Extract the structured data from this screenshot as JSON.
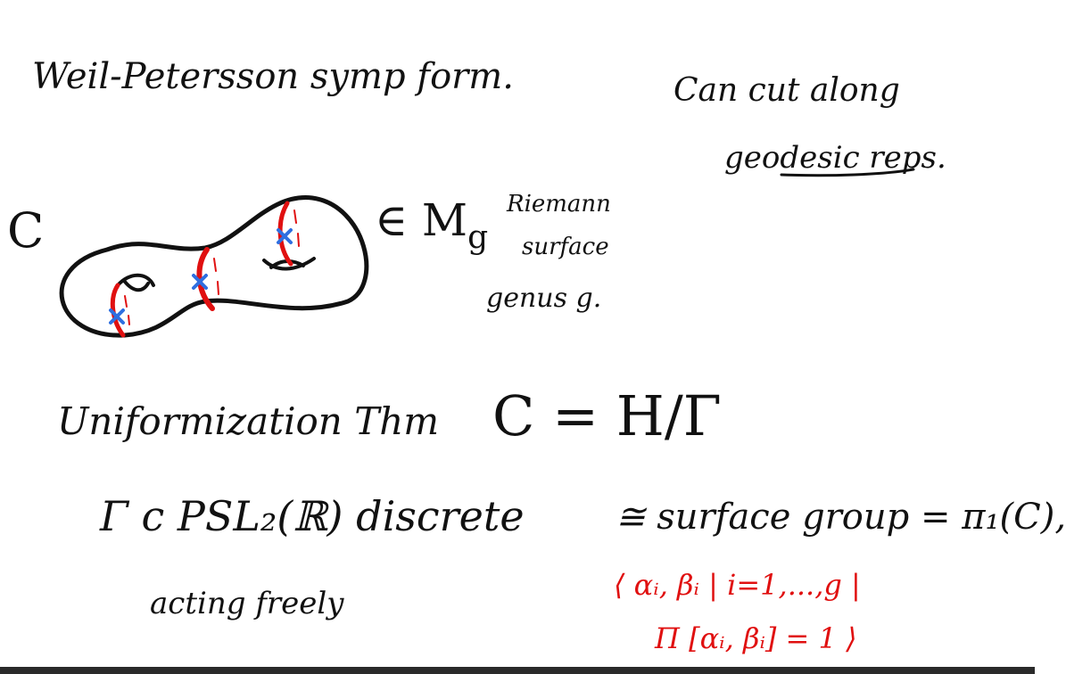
{
  "notes": {
    "line1": "Weil-Petersson symp form.",
    "side_line1": "Can cut along",
    "side_line2": "geodesic reps.",
    "curve_label": "C",
    "moduli": "∈ M",
    "moduli_sub": "g",
    "riemann_l1": "Riemann",
    "riemann_l2": "surface",
    "riemann_l3": "genus g.",
    "uniformization": "Uniformization Thm",
    "equation": "C = H/Γ",
    "gamma_line": "Γ c PSL₂(ℝ) discrete",
    "iso_line": "≅ surface group = π₁(C),",
    "acting": "acting freely",
    "red_line1": "⟨ αᵢ, βᵢ | i=1,...,g |",
    "red_line2": "Π [αᵢ, βᵢ] = 1 ⟩"
  },
  "colors": {
    "ink": "#111111",
    "red_ink": "#e01010",
    "blue_ink": "#2f6fe0"
  }
}
